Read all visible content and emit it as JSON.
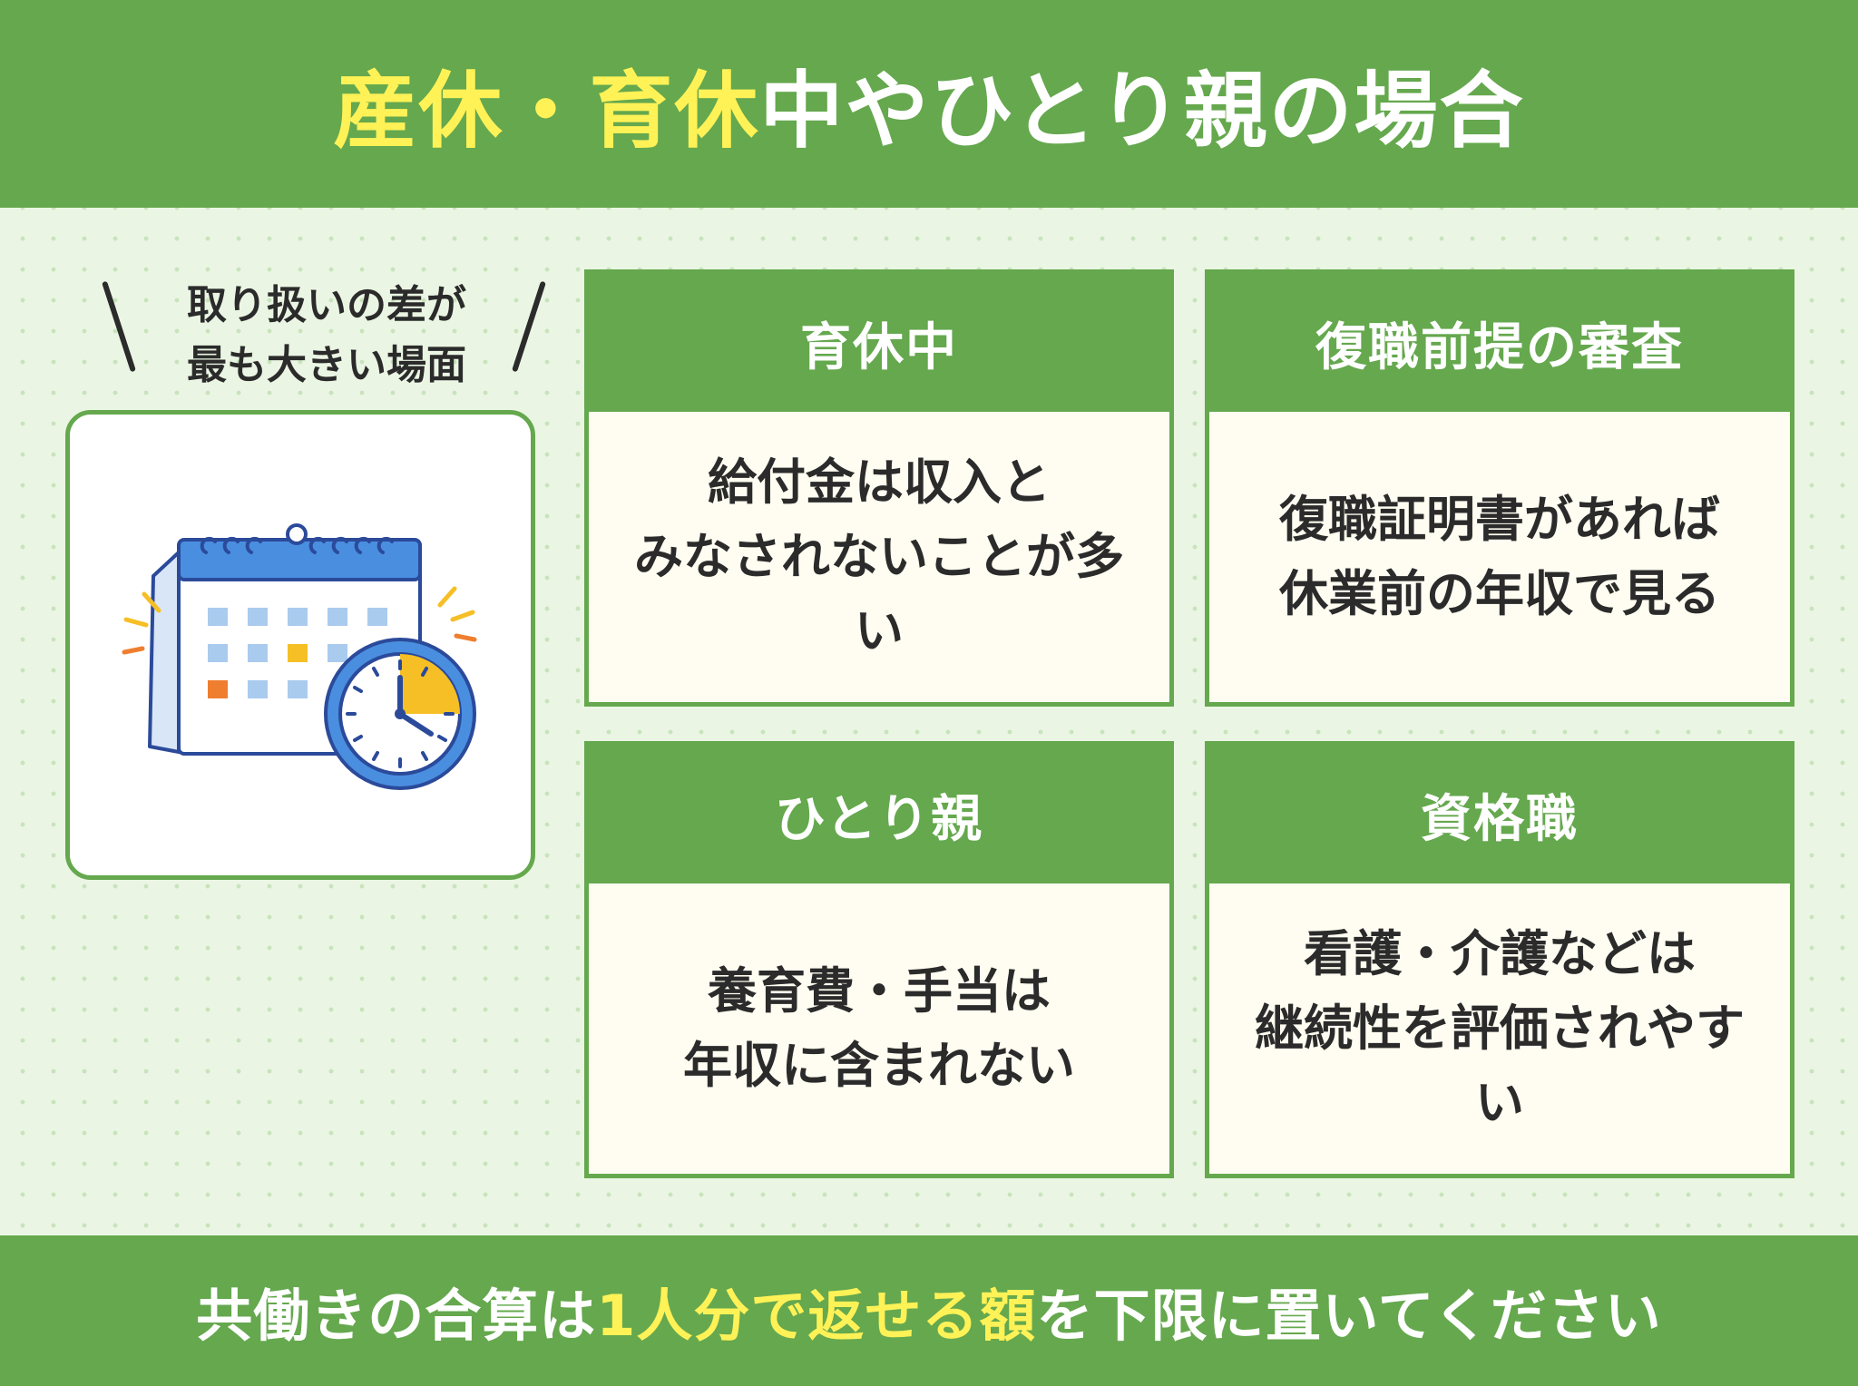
{
  "header": {
    "title_hl1": "産休",
    "title_sep": "・",
    "title_hl2": "育休",
    "title_rest": "中やひとり親の場合"
  },
  "callout": {
    "line1": "取り扱いの差が",
    "line2": "最も大きい場面"
  },
  "illustration": {
    "icon": "calendar-clock-icon"
  },
  "cards": [
    {
      "title": "育休中",
      "lines": [
        "給付金は収入と",
        "みなされないことが多",
        "い"
      ]
    },
    {
      "title": "復職前提の審査",
      "lines": [
        "復職証明書があれば",
        "休業前の年収で見る"
      ]
    },
    {
      "title": "ひとり親",
      "lines": [
        "養育費・手当は",
        "年収に含まれない"
      ]
    },
    {
      "title": "資格職",
      "lines": [
        "看護・介護などは",
        "継続性を評価されやす",
        "い"
      ]
    }
  ],
  "footer": {
    "part1": "共働きの合算は",
    "hl": "1人分で返せる額",
    "part2": "を下限に置いてください"
  },
  "colors": {
    "green": "#65a84e",
    "highlight_yellow": "#fff257",
    "card_body": "#fffdf1",
    "background": "#eaf6e3"
  }
}
